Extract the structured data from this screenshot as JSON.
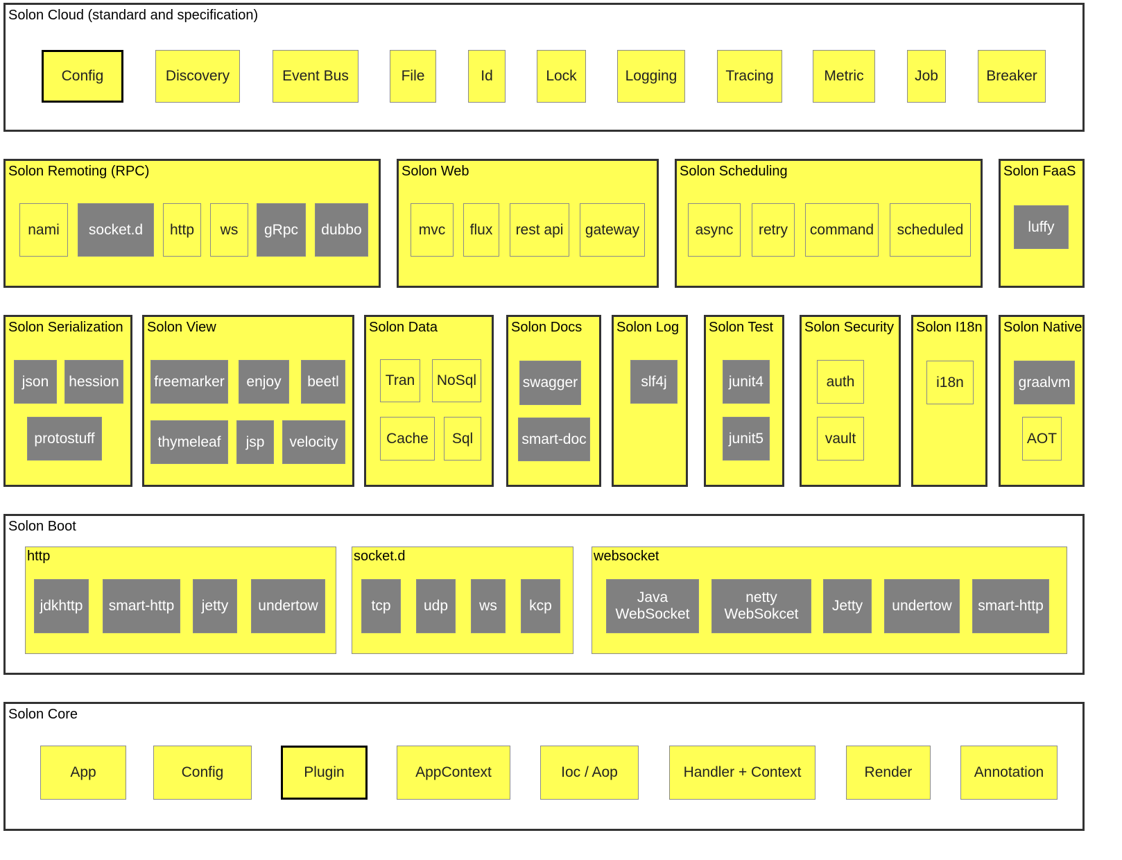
{
  "cloud": {
    "title": "Solon Cloud (standard and specification)",
    "items": [
      "Config",
      "Discovery",
      "Event Bus",
      "File",
      "Id",
      "Lock",
      "Logging",
      "Tracing",
      "Metric",
      "Job",
      "Breaker"
    ]
  },
  "remoting": {
    "title": "Solon Remoting (RPC)",
    "items": [
      "nami",
      "socket.d",
      "http",
      "ws",
      "gRpc",
      "dubbo"
    ]
  },
  "web": {
    "title": "Solon Web",
    "items": [
      "mvc",
      "flux",
      "rest api",
      "gateway"
    ]
  },
  "scheduling": {
    "title": "Solon Scheduling",
    "items": [
      "async",
      "retry",
      "command",
      "scheduled"
    ]
  },
  "faas": {
    "title": "Solon FaaS",
    "items": [
      "luffy"
    ]
  },
  "serialization": {
    "title": "Solon Serialization",
    "items": [
      "json",
      "hession",
      "protostuff"
    ]
  },
  "view": {
    "title": "Solon View",
    "items": [
      "freemarker",
      "enjoy",
      "beetl",
      "thymeleaf",
      "jsp",
      "velocity"
    ]
  },
  "data": {
    "title": "Solon Data",
    "items": [
      "Tran",
      "NoSql",
      "Cache",
      "Sql"
    ]
  },
  "docs": {
    "title": "Solon Docs",
    "items": [
      "swagger",
      "smart-doc"
    ]
  },
  "log": {
    "title": "Solon Log",
    "items": [
      "slf4j"
    ]
  },
  "test": {
    "title": "Solon Test",
    "items": [
      "junit4",
      "junit5"
    ]
  },
  "security": {
    "title": "Solon Security",
    "items": [
      "auth",
      "vault"
    ]
  },
  "i18n": {
    "title": "Solon I18n",
    "items": [
      "i18n"
    ]
  },
  "native": {
    "title": "Solon Native",
    "items": [
      "graalvm",
      "AOT"
    ]
  },
  "boot": {
    "title": "Solon Boot",
    "http": {
      "title": "http",
      "items": [
        "jdkhttp",
        "smart-http",
        "jetty",
        "undertow"
      ]
    },
    "socketd": {
      "title": "socket.d",
      "items": [
        "tcp",
        "udp",
        "ws",
        "kcp"
      ]
    },
    "websocket": {
      "title": "websocket",
      "items": [
        "Java\nWebSocket",
        "netty\nWebSokcet",
        "Jetty",
        "undertow",
        "smart-http"
      ]
    }
  },
  "core": {
    "title": "Solon Core",
    "items": [
      "App",
      "Config",
      "Plugin",
      "AppContext",
      "Ioc / Aop",
      "Handler + Context",
      "Render",
      "Annotation"
    ]
  },
  "colors": {
    "module_fill": "#ffff55",
    "impl_fill": "#808080",
    "border": "#333333"
  }
}
